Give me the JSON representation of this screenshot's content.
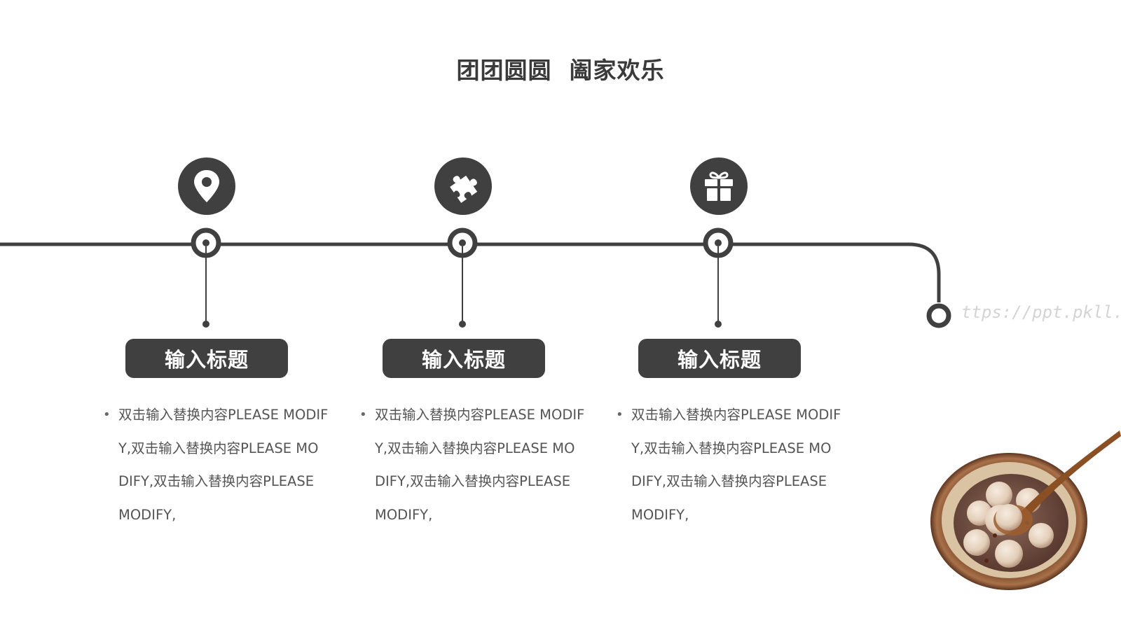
{
  "title": "团团圆圆  阖家欢乐",
  "steps": [
    {
      "icon": "map-pin-icon",
      "title": "输入标题",
      "bullet": "•",
      "text": "双击输入替换内容PLEASE MODIFY,双击输入替换内容PLEASE MODIFY,双击输入替换内容PLEASE MODIFY,"
    },
    {
      "icon": "puzzle-icon",
      "title": "输入标题",
      "bullet": "•",
      "text": "双击输入替换内容PLEASE MODIFY,双击输入替换内容PLEASE MODIFY,双击输入替换内容PLEASE MODIFY,"
    },
    {
      "icon": "gift-icon",
      "title": "输入标题",
      "bullet": "•",
      "text": "双击输入替换内容PLEASE MODIFY,双击输入替换内容PLEASE MODIFY,双击输入替换内容PLEASE MODIFY,"
    }
  ],
  "watermark": "ttps://ppt.pkll.de",
  "image": "bowl-of-tangyuan-photo",
  "colors": {
    "accent": "#404040",
    "text": "#555555",
    "background": "#ffffff"
  }
}
